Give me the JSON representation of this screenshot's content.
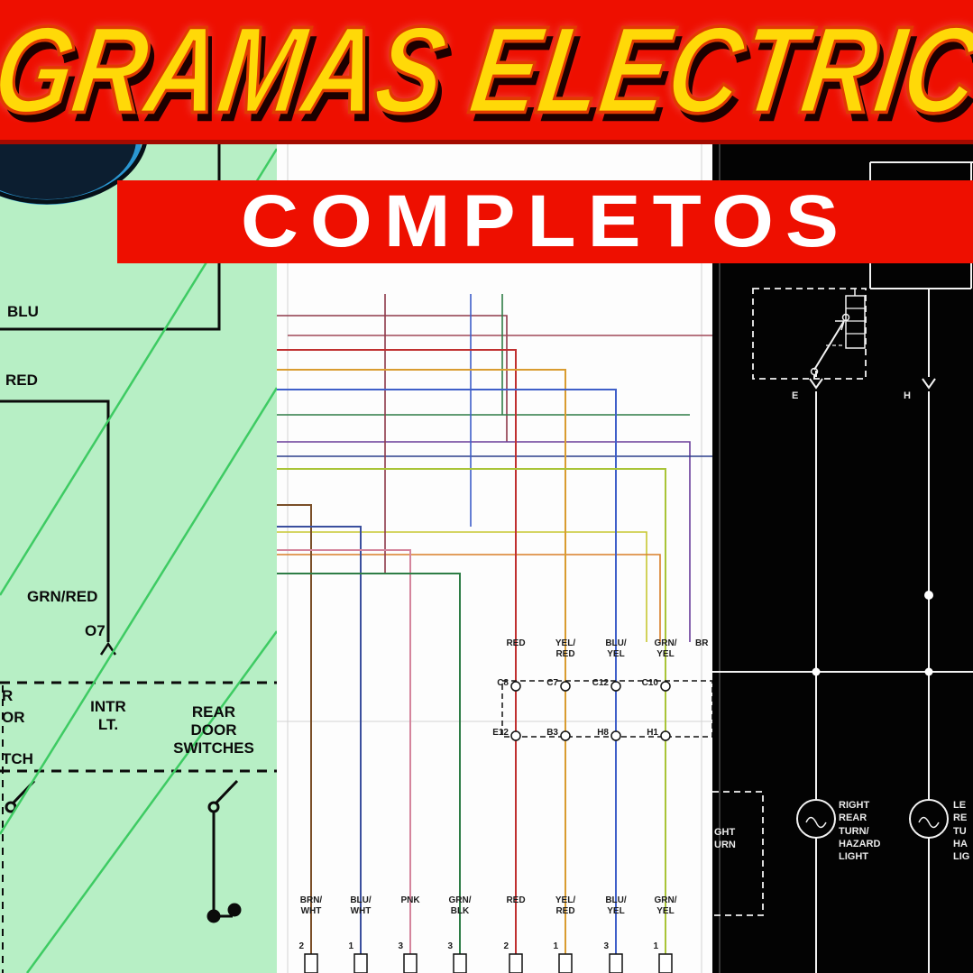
{
  "colors": {
    "banner_red": "#ee0f00",
    "title_yellow": "#ffd908",
    "panel_green": "#b7efc5",
    "panel_black": "#030303"
  },
  "banner": {
    "title": "GRAMAS ELECTRIC",
    "subtitle": "COMPLETOS"
  },
  "left": {
    "blu": "BLU",
    "red": "RED",
    "grn_red": "GRN/RED",
    "o7": "O7",
    "intr_lt": "INTR\nLT.",
    "rear_door_switches": "REAR\nDOOR\nSWITCHES",
    "cut_r": "R",
    "cut_or": "OR",
    "cut_tch": "TCH"
  },
  "mid": {
    "top_labels": [
      "RED",
      "YEL/\nRED",
      "BLU/\nYEL",
      "GRN/\nYEL",
      "BR"
    ],
    "pins_top": [
      "C8",
      "C7",
      "C12",
      "C10"
    ],
    "pins_bottom": [
      "E12",
      "B3",
      "H8",
      "H1"
    ],
    "bottom_labels": [
      "BRN/\nWHT",
      "BLU/\nWHT",
      "PNK",
      "GRN/\nBLK",
      "RED",
      "YEL/\nRED",
      "BLU/\nYEL",
      "GRN/\nYEL"
    ],
    "pin_numbers": [
      "2",
      "1",
      "3",
      "3",
      "2",
      "1",
      "3",
      "1"
    ]
  },
  "right": {
    "terminal_e": "E",
    "terminal_h": "H",
    "right_rear_light": "RIGHT\nREAR\nTURN/\nHAZARD\nLIGHT",
    "left_rear_light_cut": "LE\nRE\nTU\nHA\nLIG",
    "right_turn_cut": "GHT\nURN"
  }
}
